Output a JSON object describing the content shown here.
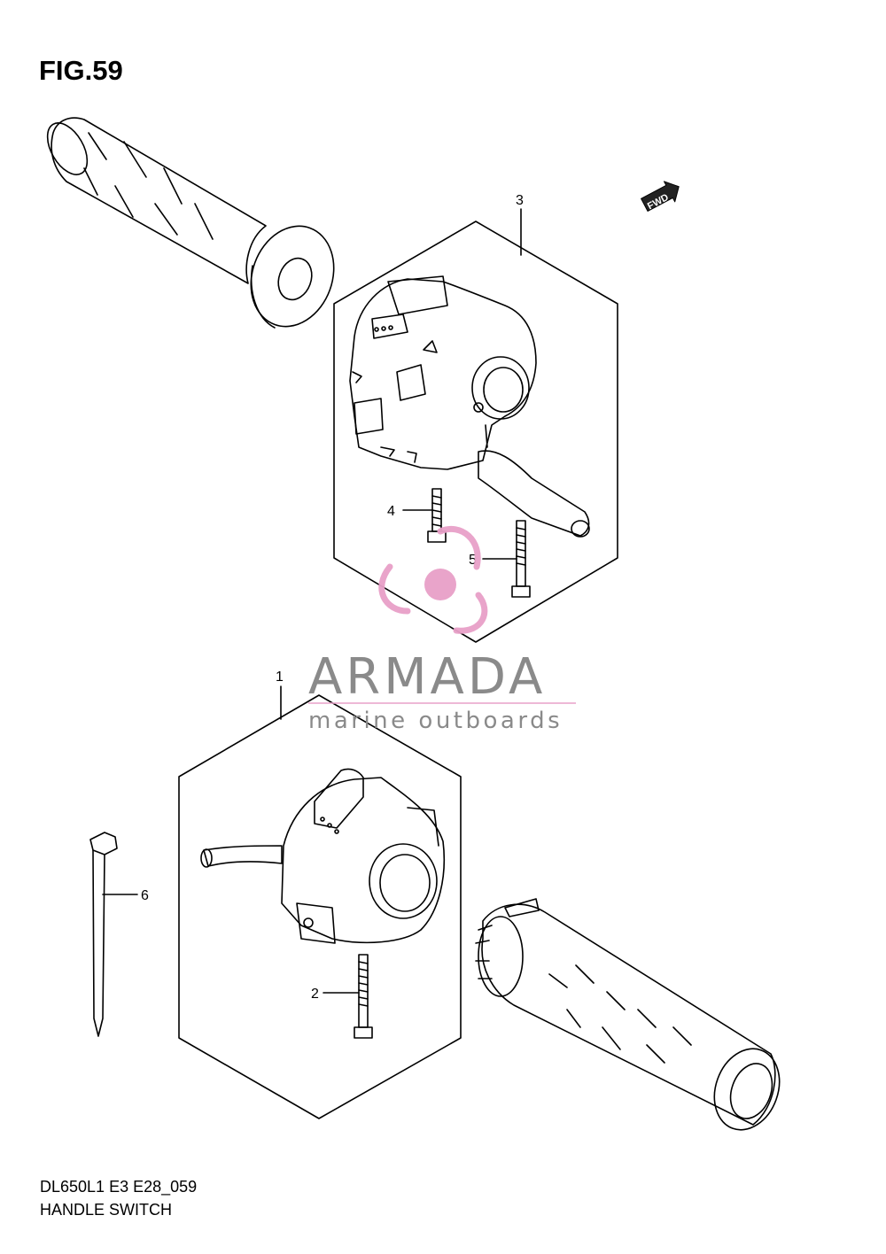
{
  "figure": {
    "title": "FIG.59",
    "model_code": "DL650L1 E3 E28_059",
    "name": "HANDLE SWITCH"
  },
  "callouts": {
    "part1": "1",
    "part2": "2",
    "part3": "3",
    "part4": "4",
    "part5": "5",
    "part6": "6"
  },
  "fwd_badge": "FWD",
  "watermark": {
    "name": "ARMADA",
    "tagline": "marine outboards",
    "colors": {
      "text": "#8a8a8a",
      "accent": "#e8a0c8"
    }
  }
}
